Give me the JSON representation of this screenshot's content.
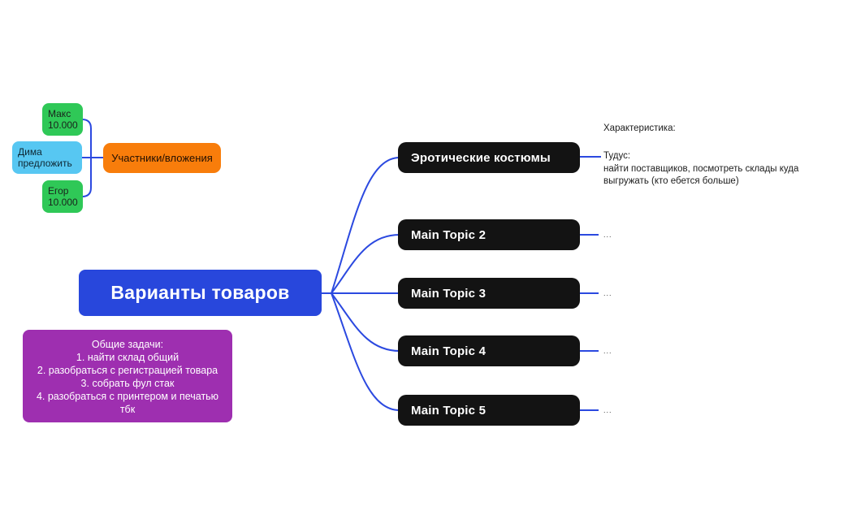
{
  "palette": {
    "background": "#ffffff",
    "connector_blue": "#2b49e0",
    "root_blue": "#2847dc",
    "member_green": "#2fc857",
    "member_light_blue": "#57c7f2",
    "group_orange": "#f87d0b",
    "tasks_purple": "#9e2fb0",
    "topic_black": "#131313"
  },
  "participants_group": {
    "group_label": "Участники/вложения",
    "members": [
      {
        "lines": [
          "Макс",
          "10.000"
        ]
      },
      {
        "lines": [
          "Дима",
          "предложить"
        ]
      },
      {
        "lines": [
          "Егор",
          "10.000"
        ]
      }
    ]
  },
  "root": {
    "label": "Варианты товаров"
  },
  "tasks_note": {
    "lines": [
      "Общие задачи:",
      "1. найти склад общий",
      "2. разобраться с регистрацией товара",
      "3. собрать фул стак",
      "4. разобраться с принтером и печатью тбк"
    ]
  },
  "topics": [
    {
      "label": "Эротические костюмы",
      "note_heading": "Характеристика:",
      "note_lines": [
        "Тудус:",
        "найти поставщиков, посмотреть склады куда",
        "выгружать (кто ебется больше)"
      ]
    },
    {
      "label": "Main Topic 2",
      "note_placeholder": "..."
    },
    {
      "label": "Main Topic 3",
      "note_placeholder": "..."
    },
    {
      "label": "Main Topic 4",
      "note_placeholder": "..."
    },
    {
      "label": "Main Topic 5",
      "note_placeholder": "..."
    }
  ]
}
